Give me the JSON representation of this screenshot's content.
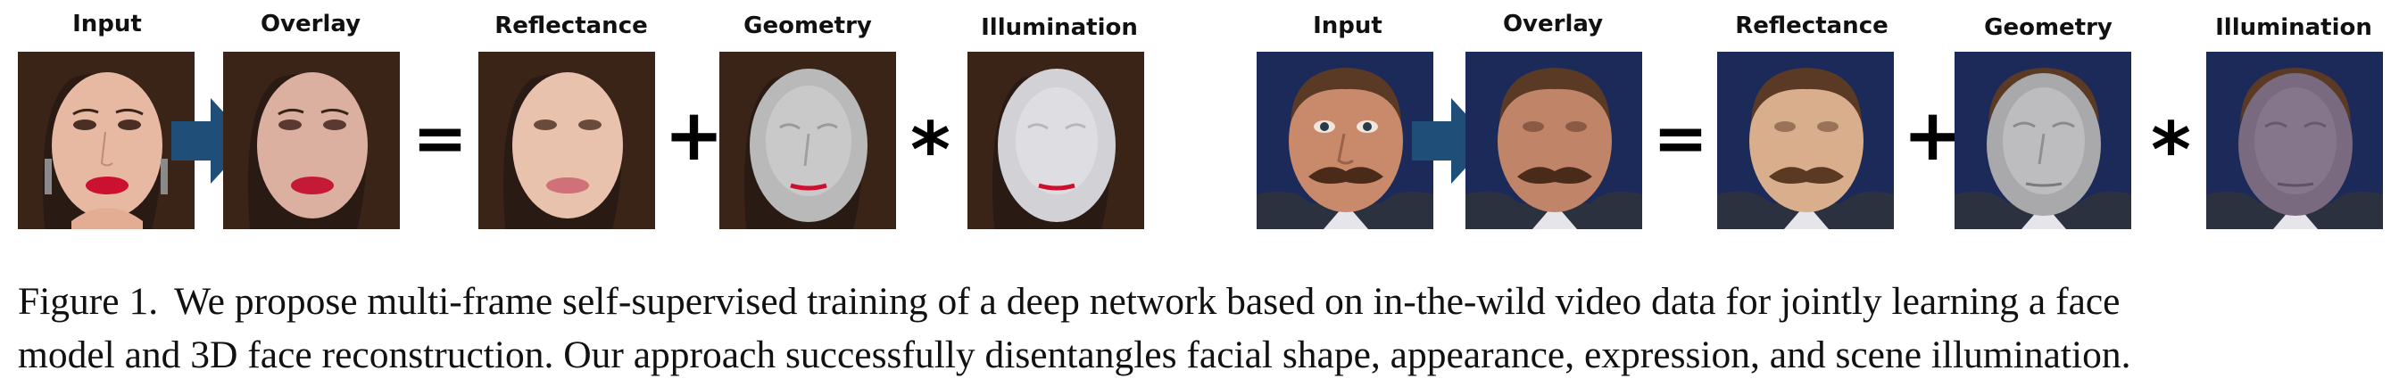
{
  "figure": {
    "panels": [
      {
        "label": "Input"
      },
      {
        "label": "Overlay"
      },
      {
        "label": "Reflectance"
      },
      {
        "label": "Geometry"
      },
      {
        "label": "Illumination"
      }
    ],
    "operators": {
      "equals": "=",
      "plus": "+",
      "times": "*"
    },
    "colors": {
      "arrow": "#1f4e79",
      "skin_a": "#e8b9a2",
      "hair_a": "#3a2418",
      "lips_a": "#cc1030",
      "skin_b": "#c98a6c",
      "hair_b": "#5a3a24",
      "suit_b": "#2c3140",
      "background_b": "#1c2a5a",
      "geometry_gray": "#b9b9b9",
      "shading_a": "#d2d2d6",
      "shading_b": "#7a6a80"
    }
  },
  "caption": {
    "label": "Figure 1.",
    "line1": "We propose multi-frame self-supervised training of a deep network based on in-the-wild video data for jointly learning a face",
    "line2": "model and 3D face reconstruction. Our approach successfully disentangles facial shape, appearance, expression, and scene illumination."
  }
}
